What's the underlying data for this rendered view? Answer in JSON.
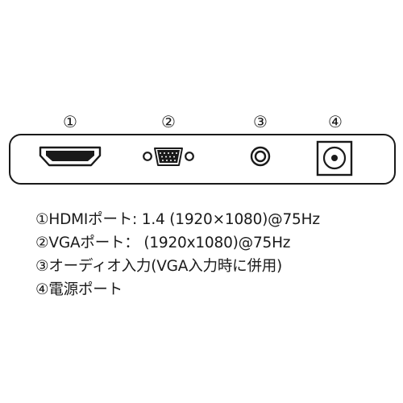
{
  "diagram": {
    "port_numbers": [
      "①",
      "②",
      "③",
      "④"
    ],
    "ports": [
      {
        "number": "①",
        "icon": "hdmi-port-icon"
      },
      {
        "number": "②",
        "icon": "vga-port-icon"
      },
      {
        "number": "③",
        "icon": "audio-out-jack-icon"
      },
      {
        "number": "④",
        "icon": "power-port-icon"
      }
    ]
  },
  "legend": [
    "①HDMIポート: 1.4 (1920×1080)@75Hz",
    "②VGAポート： (1920x1080)@75Hz",
    "③オーディオ入力(VGA入力時に併用)",
    "④電源ポート"
  ],
  "colors": {
    "line": "#1a1a1a",
    "background": "#ffffff"
  }
}
